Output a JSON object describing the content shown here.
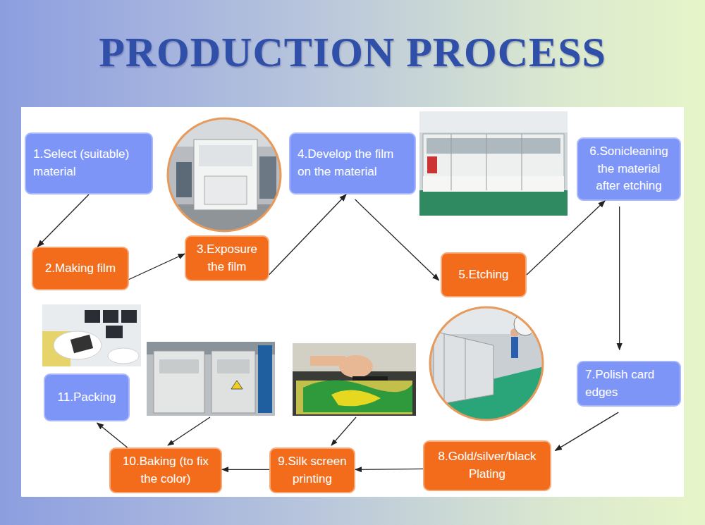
{
  "diagram": {
    "title": "PRODUCTION PROCESS",
    "nodes": [
      {
        "text": [
          "1.Select (suitable) material"
        ]
      },
      {
        "text": [
          "2.Making film"
        ]
      },
      {
        "text": [
          "3.Exposure the film"
        ]
      },
      {
        "text": [
          "4.Develop the film on the material"
        ]
      },
      {
        "text": [
          "5.Etching"
        ]
      },
      {
        "text": [
          "6.Sonicleaning the material after etching"
        ]
      },
      {
        "text": [
          "7.Polish card edges"
        ]
      },
      {
        "text": [
          "8.Gold/silver/black Plating"
        ]
      },
      {
        "text": [
          "9.Silk screen printing"
        ]
      },
      {
        "text": [
          "10.Baking (to fix the color)"
        ]
      },
      {
        "text": [
          "11.Packing"
        ]
      }
    ],
    "edges": [
      {
        "from": 0,
        "to": 1,
        "arrow": "to"
      },
      {
        "from": 1,
        "to": 2,
        "arrow": "to"
      },
      {
        "from": 2,
        "to": 3,
        "arrow": "to"
      },
      {
        "from": 3,
        "to": 4,
        "arrow": "to"
      },
      {
        "from": 4,
        "to": 5,
        "arrow": "to"
      },
      {
        "from": 5,
        "to": 6,
        "arrow": "to"
      },
      {
        "from": 6,
        "to": 7,
        "arrow": "to"
      },
      {
        "from": 7,
        "to": 8,
        "arrow": "to"
      },
      {
        "from": 8,
        "to": 9,
        "arrow": "to"
      },
      {
        "from": 9,
        "to": 10,
        "arrow": "to"
      }
    ]
  }
}
